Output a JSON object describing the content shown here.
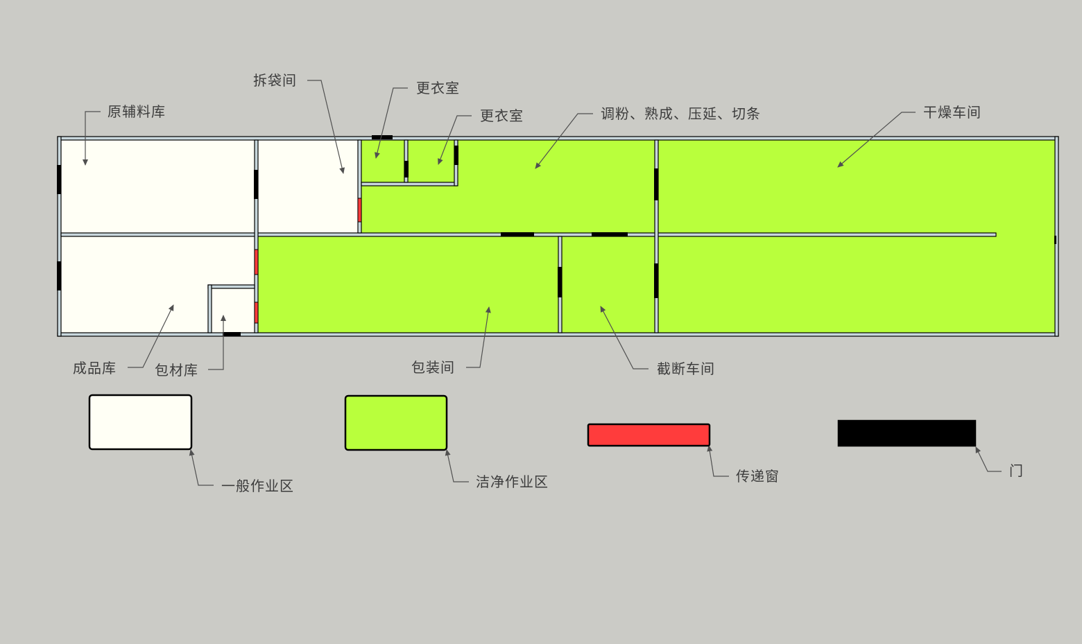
{
  "colors": {
    "background": "#cbcbc6",
    "general_zone": "#fffff5",
    "clean_zone": "#b9ff3c",
    "pass_window": "#ff3c3c",
    "door": "#000000",
    "wall_fill": "#c8d7dc",
    "wall_outline": "#000000",
    "leader_line": "#505050"
  },
  "rooms": [
    {
      "id": "raw-material-store",
      "label": "原辅料库",
      "zone": "general"
    },
    {
      "id": "unpacking-room",
      "label": "拆袋间",
      "zone": "general"
    },
    {
      "id": "changing-room-1",
      "label": "更衣室",
      "zone": "clean"
    },
    {
      "id": "changing-room-2",
      "label": "更衣室",
      "zone": "clean"
    },
    {
      "id": "mixing-room",
      "label": "调粉、熟成、压延、切条",
      "zone": "clean"
    },
    {
      "id": "drying-workshop",
      "label": "干燥车间",
      "zone": "clean"
    },
    {
      "id": "finished-goods-store",
      "label": "成品库",
      "zone": "general"
    },
    {
      "id": "packaging-material-store",
      "label": "包材库",
      "zone": "general"
    },
    {
      "id": "packing-room",
      "label": "包装间",
      "zone": "clean"
    },
    {
      "id": "cutting-workshop",
      "label": "截断车间",
      "zone": "clean"
    }
  ],
  "legend": [
    {
      "id": "general-zone",
      "label": "一般作业区",
      "color": "#fffff5"
    },
    {
      "id": "clean-zone",
      "label": "洁净作业区",
      "color": "#b9ff3c"
    },
    {
      "id": "pass-window",
      "label": "传递窗",
      "color": "#ff3c3c"
    },
    {
      "id": "door",
      "label": "门",
      "color": "#000000"
    }
  ]
}
